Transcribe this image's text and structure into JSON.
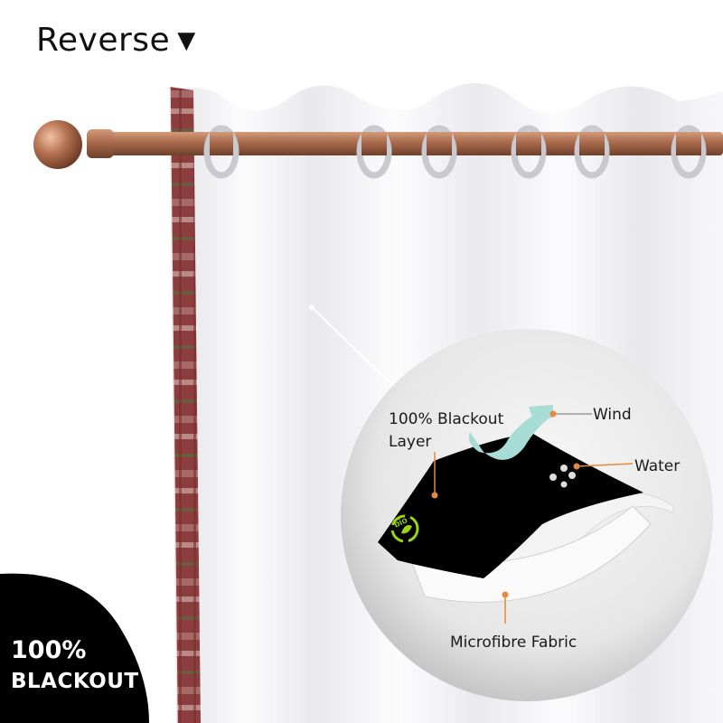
{
  "title": {
    "label": "Reverse",
    "arrow_glyph": "▼"
  },
  "badge": {
    "line1": "100%",
    "line2": "BLACKOUT",
    "color": "#000000"
  },
  "callouts": {
    "blackout_layer_line1": "100% Blackout",
    "blackout_layer_line2": "Layer",
    "wind": "Wind",
    "water": "Water",
    "fabric": "Microfibre Fabric"
  },
  "eco_logo": {
    "text": "bio",
    "icon": "recycle-leaf-icon"
  },
  "colors": {
    "rod": "#a86a4c",
    "curtain": "#f4f4f6",
    "plaid_border": "#8c3d3e",
    "callout_dot": "#e58a3a",
    "wind_ribbon": "#a8dcd6",
    "eco_green": "#9bd417"
  }
}
